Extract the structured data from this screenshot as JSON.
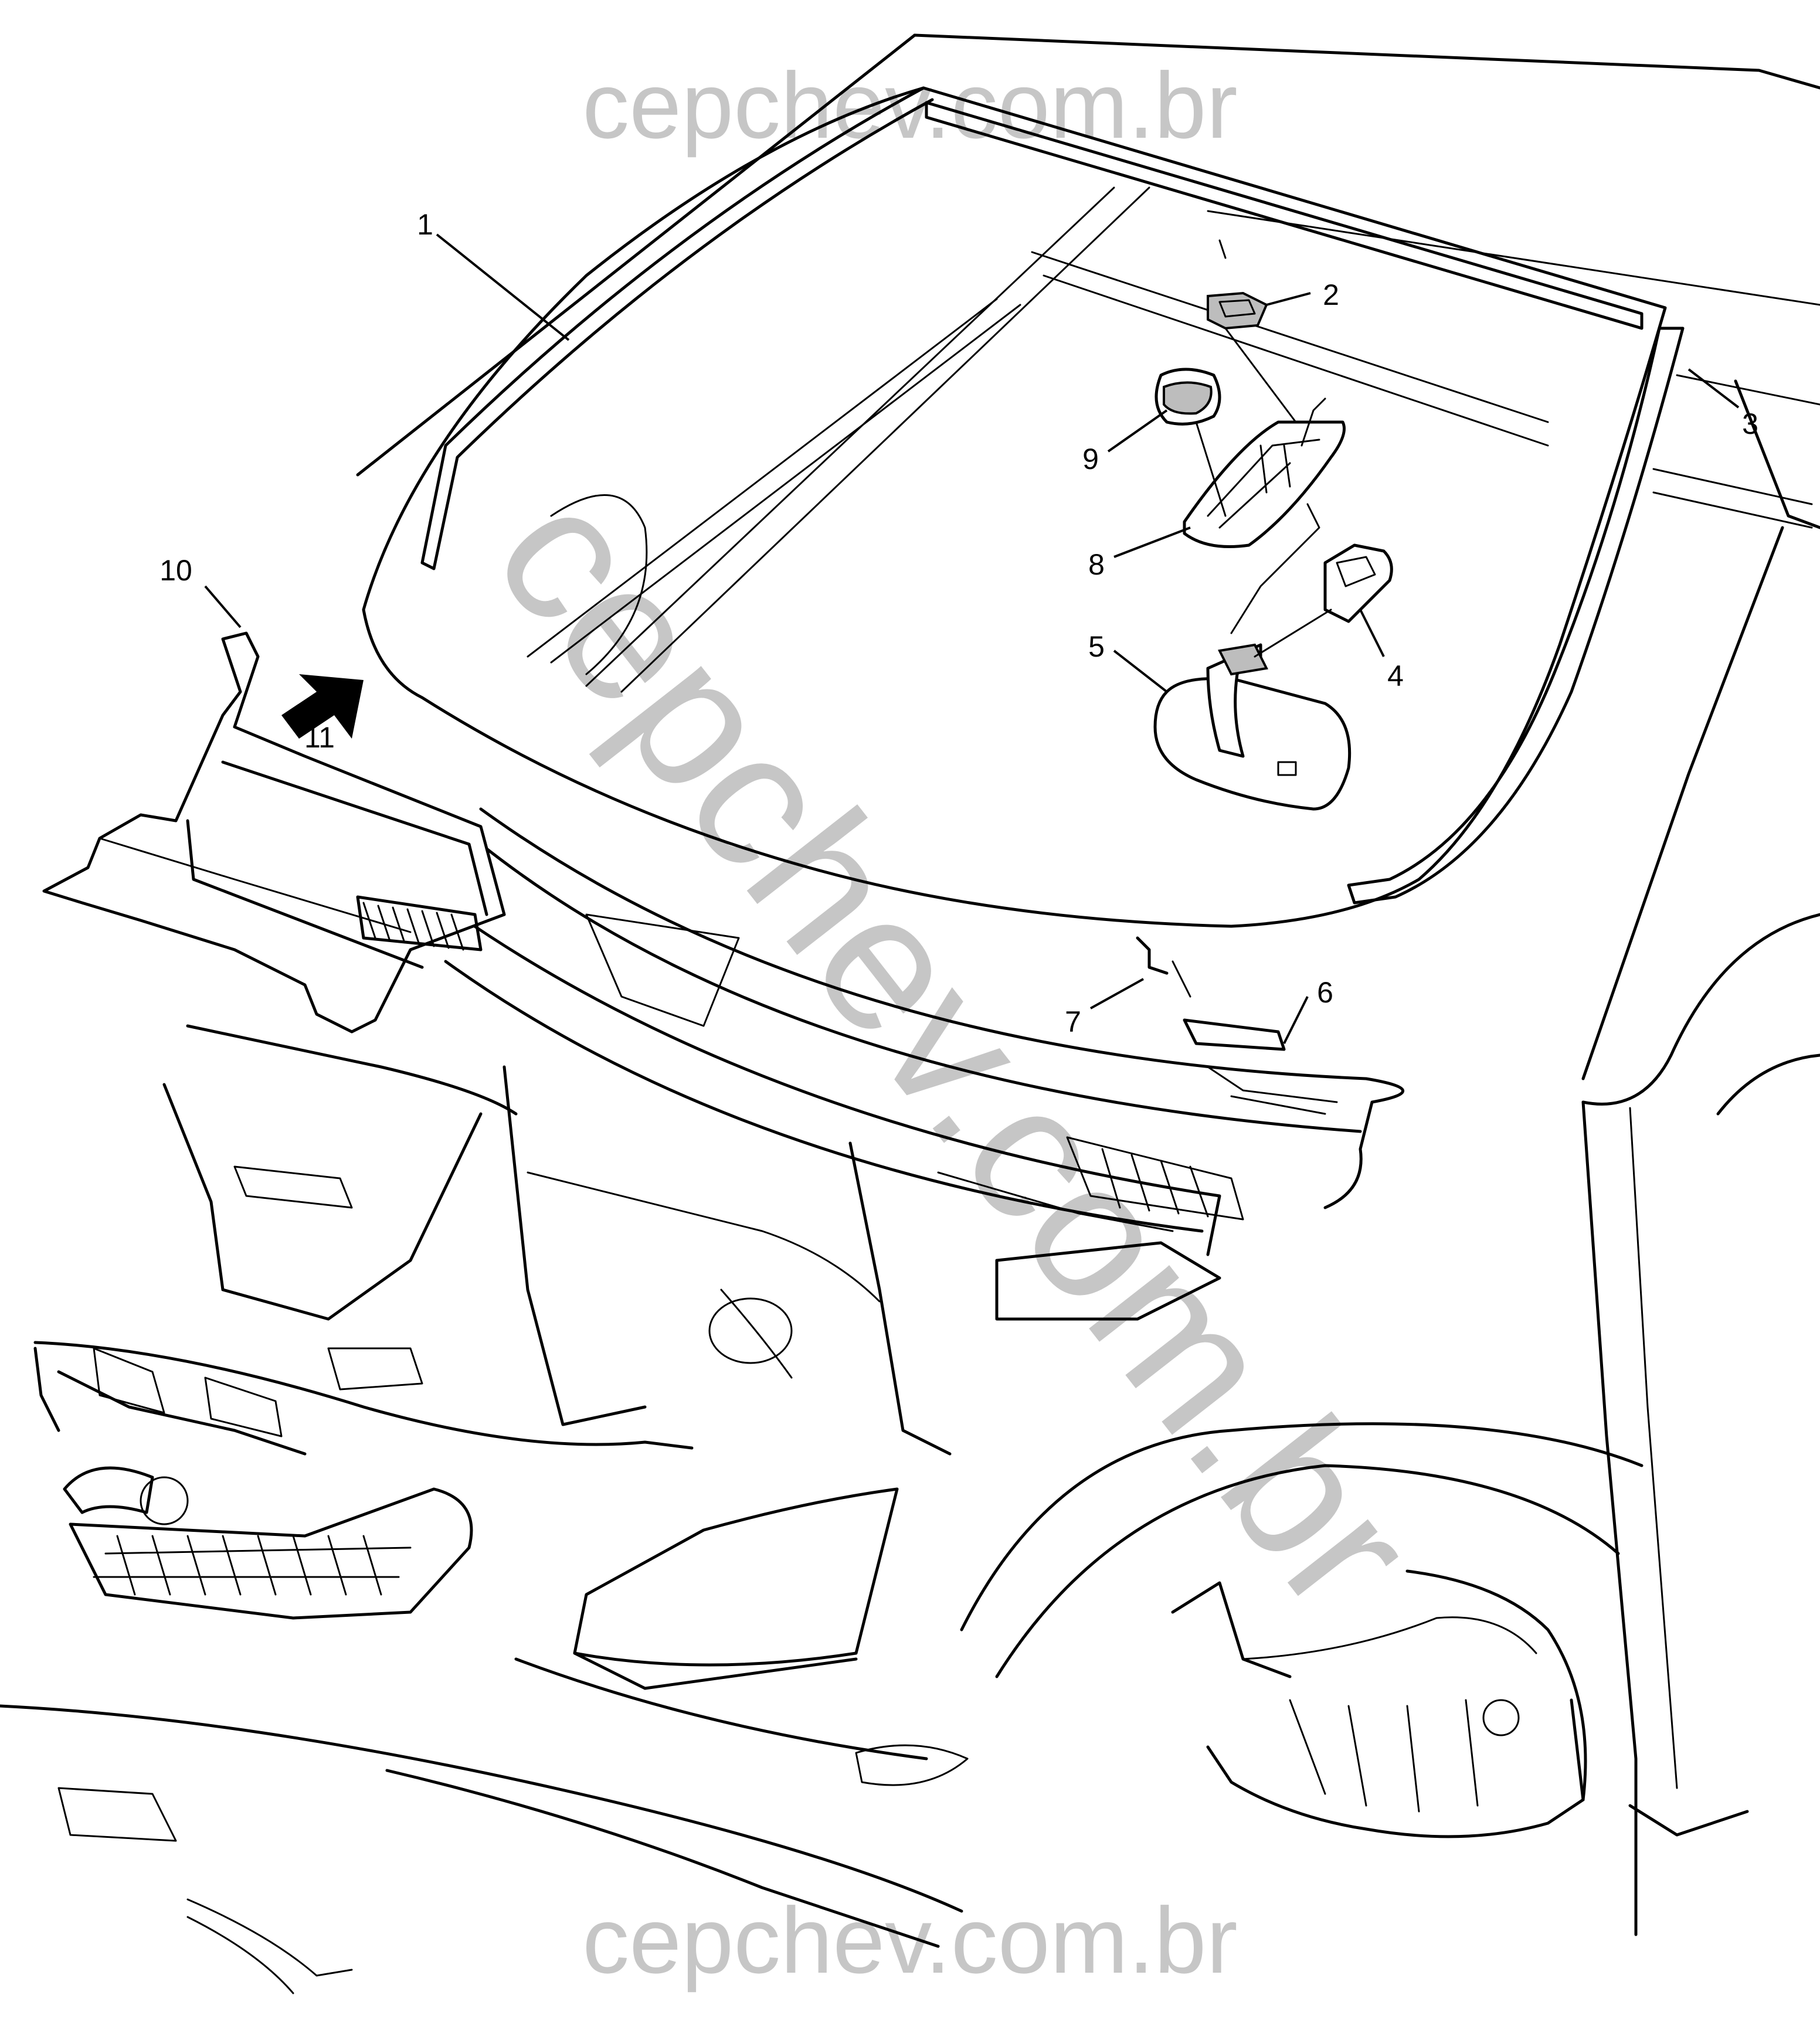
{
  "watermark": {
    "top": "cepchev.com.br",
    "diagonal": "cepchev.com.br",
    "bottom": "cepchev.com.br",
    "color": "#c6c6c6"
  },
  "callouts": [
    "1",
    "2",
    "3",
    "4",
    "5",
    "6",
    "7",
    "8",
    "9",
    "10",
    "11"
  ],
  "colors": {
    "line": "#000000",
    "background": "#ffffff",
    "part_fill": "#bdbdbd"
  }
}
